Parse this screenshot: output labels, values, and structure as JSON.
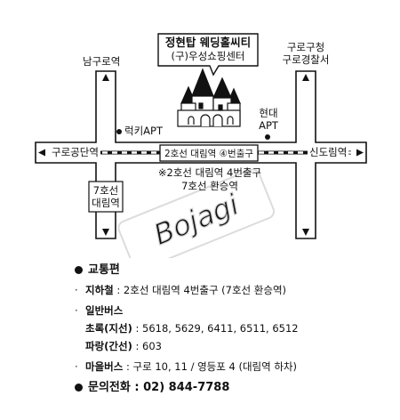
{
  "map": {
    "venue_name": "정현탑 웨딩홀씨티",
    "venue_sub": "(구)우성쇼핑센터",
    "roads": {
      "north_west": "남구로역",
      "north_east_line1": "구로구청",
      "north_east_line2": "구로경찰서",
      "west": "구로공단역",
      "east": "신도림역"
    },
    "landmarks": {
      "lucky_apt": "럭키APT",
      "hyundai_apt_line1": "현대",
      "hyundai_apt_line2": "APT"
    },
    "station_box": "2호선 대림역 ④번출구",
    "transfer_note_line1": "※2호선 대림역 4번출구",
    "transfer_note_line2": "7호선 환승역",
    "line7_box_line1": "7호선",
    "line7_box_line2": "대림역",
    "watermark": "Bojagi"
  },
  "info": {
    "heading": "교통편",
    "subway_label": "지하철",
    "subway_value": ": 2호선 대림역 4번출구 (7호선 환승역)",
    "bus_heading": "일반버스",
    "green_label": "초록(지선)",
    "green_value": ": 5618, 5629, 6411, 6511, 6512",
    "blue_label": "파랑(간선)",
    "blue_value": ": 603",
    "village_label": "마을버스",
    "village_value": ": 구로 10, 11 / 영등포 4 (대림역 하차)",
    "phone_label": "문의전화",
    "phone_value": ": 02) 844-7788"
  },
  "colors": {
    "ink": "#111111",
    "road_fill": "#ffffff",
    "watermark": "#d8d8d8"
  }
}
